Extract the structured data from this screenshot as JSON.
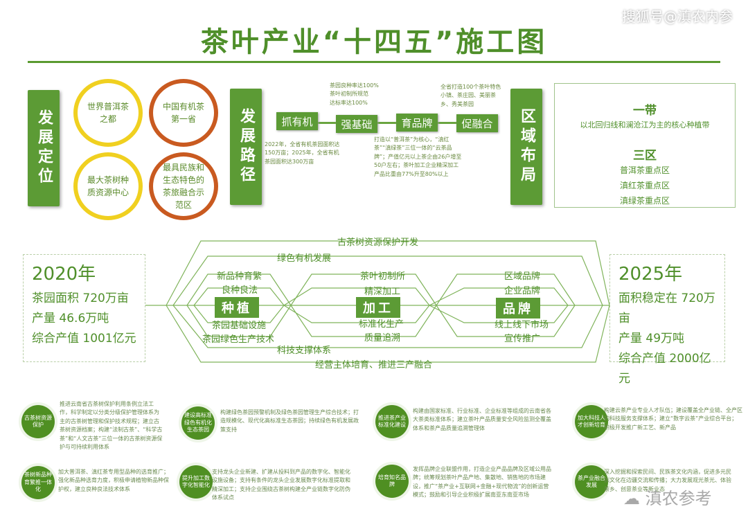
{
  "title": "茶叶产业“十四五”施工图",
  "watermark_top": "搜狐号@滇农内参",
  "watermark_bottom": "滇农参考",
  "colors": {
    "green": "#5c9b35",
    "yellow": "#f0d020",
    "orange": "#c95a20"
  },
  "positioning": {
    "label": "发展定位",
    "items": [
      "世界普洱茶之都",
      "中国有机茶第一省",
      "最大茶树种质资源中心",
      "最具民族和生态特色的茶旅融合示范区"
    ]
  },
  "path": {
    "label": "发展路径",
    "steps": [
      "抓有机",
      "强基础",
      "育品牌",
      "促融合"
    ],
    "notes": {
      "organic": "2022年，全省有机茶园面积达150万亩；2025年，全省有机茶园面积达300万亩",
      "basics": "茶园良种率达100%\n茶叶初制所规范\n达标率达100%",
      "brand": "打造以“普洱茶”为核心，“滇红茶”“滇绿茶”三位一体的“云茶品牌”；产值亿元以上茶企由26户增至50户左右；茶叶加工企业精深加工产品比重由77%升至80%以上",
      "fusion": "全省打造100个茶叶特色小镇、茶庄园、美丽茶乡、秀美茶园"
    }
  },
  "layout": {
    "label": "区域布局",
    "belt_title": "一带",
    "belt_desc": "以北回归线和澜沧江为主的核心种植带",
    "zones_title": "三区",
    "zones": [
      "普洱茶重点区",
      "滇红茶重点区",
      "滇绿茶重点区"
    ]
  },
  "stat2020": {
    "year": "2020年",
    "lines": [
      "茶园面积 720万亩",
      "产量 46.6万吨",
      "综合产值 1001亿元"
    ]
  },
  "stat2025": {
    "year": "2025年",
    "lines": [
      "面积稳定在 720万亩",
      "产量 49万吨",
      "综合产值 2000亿元"
    ]
  },
  "flow": {
    "outer": [
      "古茶树资源保护开发",
      "绿色有机发展",
      "科技支撑体系",
      "经营主体培育、推进三产融合"
    ],
    "planting": {
      "label": "种植",
      "items": [
        "新品种育繁",
        "良种良法",
        "茶园基础设施",
        "茶园绿色生产技术"
      ]
    },
    "processing": {
      "label": "加工",
      "items": [
        "茶叶初制所",
        "精深加工",
        "标准化生产",
        "质量追溯"
      ]
    },
    "branding": {
      "label": "品牌",
      "items": [
        "区域品牌",
        "企业品牌",
        "线上线下市场",
        "宣传推广"
      ]
    }
  },
  "measures": [
    {
      "name": "古茶树资源保护",
      "text": "推进云南省古茶树保护利用条例立法工作，科学制定以分类分级保护管理体系为主的古茶树管理和保护技术规程；建立古茶树资源档案；构建“法制古茶”、“科学古茶”和“人文古茶”三位一体的古茶树资源保护与可持续利用体系"
    },
    {
      "name": "建设高标准绿色有机化生态茶园",
      "text": "构建绿色茶园预警机制及绿色茶园管理生产综合技术；打造规模化、现代化高标准生态茶园；持续绿色有机发展政策支持"
    },
    {
      "name": "推进茶产业标准化建设",
      "text": "构建由国家标准、行业标准、企业标准等组成的云南省各大茶类标准体系；建立茶叶产品质量安全风险监测全覆盖体系和茶产品质量追溯管理体"
    },
    {
      "name": "加大科技人才创新培育",
      "text": "构建云茶产业专业人才队伍；建设覆盖全产业链、全产区的科技服务支撑体系；建立“数字云茶”产业综合平台；积极开发推广新工艺、新产品"
    },
    {
      "name": "茶树新品种育繁推一体化",
      "text": "加大普洱茶、滇红茶专用型品种的选育推广；强化新品种选育力度，积极申请植物新品种保护权，建立良种良法技术体系"
    },
    {
      "name": "提升加工数字化智能化",
      "text": "支持龙头企业新建、扩建从投料到产品的数字化、智能化设施设备；支持有条件的龙头企业发展数字化标准提取和精深加工；支持企业围绕古茶树构建全产业链数字化防伪体系试点"
    },
    {
      "name": "培育知名品牌",
      "text": "发挥品牌企业联盟作用，打造企业产品品牌及区域公用品牌；统筹规划茶叶产品产地、集散地、销售地的市场建设，推广“茶产业+互联网+金融+现代物流”的创新运营模式；鼓励和引导企业积极扩展南亚东南亚市场"
    },
    {
      "name": "茶产业融合发展",
      "text": "深入挖掘和探索民间、民族茶文化内涵，促进多元民族文化在边疆交流和传播；大力发展观光茶光、体验茶乡、创意茶业等新业态"
    }
  ]
}
